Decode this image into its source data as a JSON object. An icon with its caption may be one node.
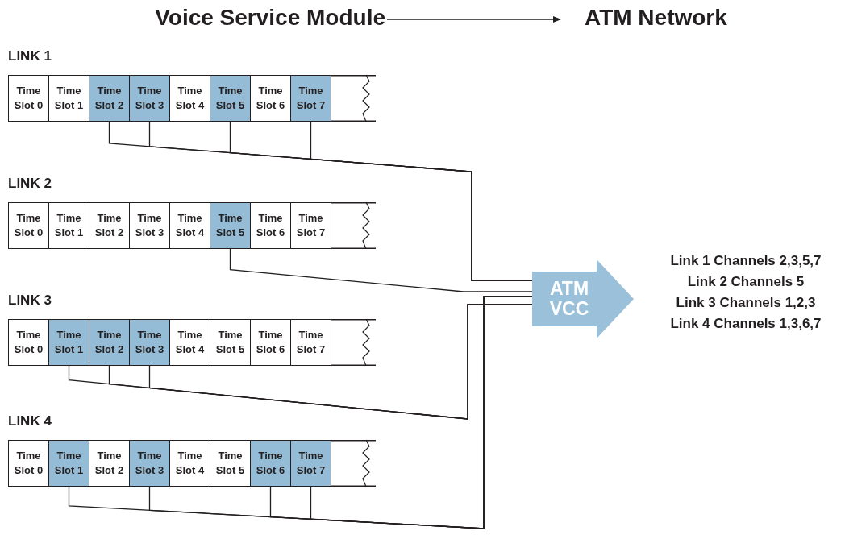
{
  "diagram": {
    "nodes": [
      {
        "text": [
          "Voice Service Module"
        ]
      },
      {
        "text": [
          "ATM Network"
        ]
      },
      {
        "text": [
          "LINK 1"
        ]
      },
      {
        "text": [
          "Time Slot 0"
        ],
        "in": 2
      },
      {
        "text": [
          "Time Slot 1"
        ],
        "in": 2
      },
      {
        "text": [
          "Time Slot 2"
        ],
        "in": 2
      },
      {
        "text": [
          "Time Slot 3"
        ],
        "in": 2
      },
      {
        "text": [
          "Time Slot 4"
        ],
        "in": 2
      },
      {
        "text": [
          "Time Slot 5"
        ],
        "in": 2
      },
      {
        "text": [
          "Time Slot 6"
        ],
        "in": 2
      },
      {
        "text": [
          "Time Slot 7"
        ],
        "in": 2
      },
      {
        "text": [],
        "shape": "box",
        "in": 2
      },
      {
        "text": [
          "LINK 2"
        ]
      },
      {
        "text": [
          "Time Slot 0"
        ],
        "in": 12
      },
      {
        "text": [
          "Time Slot 1"
        ],
        "in": 12
      },
      {
        "text": [
          "Time Slot 2"
        ],
        "in": 12
      },
      {
        "text": [
          "Time Slot 3"
        ],
        "in": 12
      },
      {
        "text": [
          "Time Slot 4"
        ],
        "in": 12
      },
      {
        "text": [
          "Time Slot 5"
        ],
        "in": 12
      },
      {
        "text": [
          "Time Slot 6"
        ],
        "in": 12
      },
      {
        "text": [
          "Time Slot 7"
        ],
        "in": 12
      },
      {
        "text": [],
        "shape": "box",
        "in": 12
      },
      {
        "text": [
          "LINK 3"
        ]
      },
      {
        "text": [
          "Time Slot 0"
        ],
        "in": 22
      },
      {
        "text": [
          "Time Slot 1"
        ],
        "in": 22
      },
      {
        "text": [
          "Time Slot 2"
        ],
        "in": 22
      },
      {
        "text": [
          "Time Slot 3"
        ],
        "in": 22
      },
      {
        "text": [
          "Time Slot 4"
        ],
        "in": 22
      },
      {
        "text": [
          "Time Slot 5"
        ],
        "in": 22
      },
      {
        "text": [
          "Time Slot 6"
        ],
        "in": 22
      },
      {
        "text": [
          "Time Slot 7"
        ],
        "in": 22
      },
      {
        "text": [],
        "shape": "box",
        "in": 22
      },
      {
        "text": [
          "LINK 4"
        ]
      },
      {
        "text": [
          "Time Slot 0"
        ],
        "in": 32
      },
      {
        "text": [
          "Time Slot 1"
        ],
        "in": 32
      },
      {
        "text": [
          "Time Slot 2"
        ],
        "in": 32
      },
      {
        "text": [
          "Time Slot 3"
        ],
        "in": 32
      },
      {
        "text": [
          "Time Slot 4"
        ],
        "in": 32
      },
      {
        "text": [
          "Time Slot 5"
        ],
        "in": 32
      },
      {
        "text": [
          "Time Slot 6"
        ],
        "in": 32
      },
      {
        "text": [
          "Time Slot 7"
        ],
        "in": 32
      },
      {
        "text": [],
        "shape": "box",
        "in": 32
      },
      {
        "text": [
          "ATM VCC"
        ]
      }
    ],
    "edges": [
      {
        "from": 0,
        "to": 1,
        "arrow": "to"
      },
      {
        "from": 5,
        "to": 42,
        "arrow": "none"
      },
      {
        "from": 6,
        "to": 42,
        "arrow": "none"
      },
      {
        "from": 8,
        "to": 42,
        "arrow": "none"
      },
      {
        "from": 10,
        "to": 42,
        "arrow": "none"
      },
      {
        "from": 18,
        "to": 42,
        "arrow": "none"
      },
      {
        "from": 24,
        "to": 42,
        "arrow": "none"
      },
      {
        "from": 25,
        "to": 42,
        "arrow": "none"
      },
      {
        "from": 26,
        "to": 42,
        "arrow": "none"
      },
      {
        "from": 34,
        "to": 42,
        "arrow": "none"
      },
      {
        "from": 36,
        "to": 42,
        "arrow": "none"
      },
      {
        "from": 39,
        "to": 42,
        "arrow": "none"
      },
      {
        "from": 40,
        "to": 42,
        "arrow": "none"
      }
    ],
    "labels": [
      "Link 1 Channels 2,3,5,7",
      "Link 2 Channels 5",
      "Link 3 Channels 1,2,3",
      "Link 4 Channels 1,3,6,7"
    ]
  }
}
